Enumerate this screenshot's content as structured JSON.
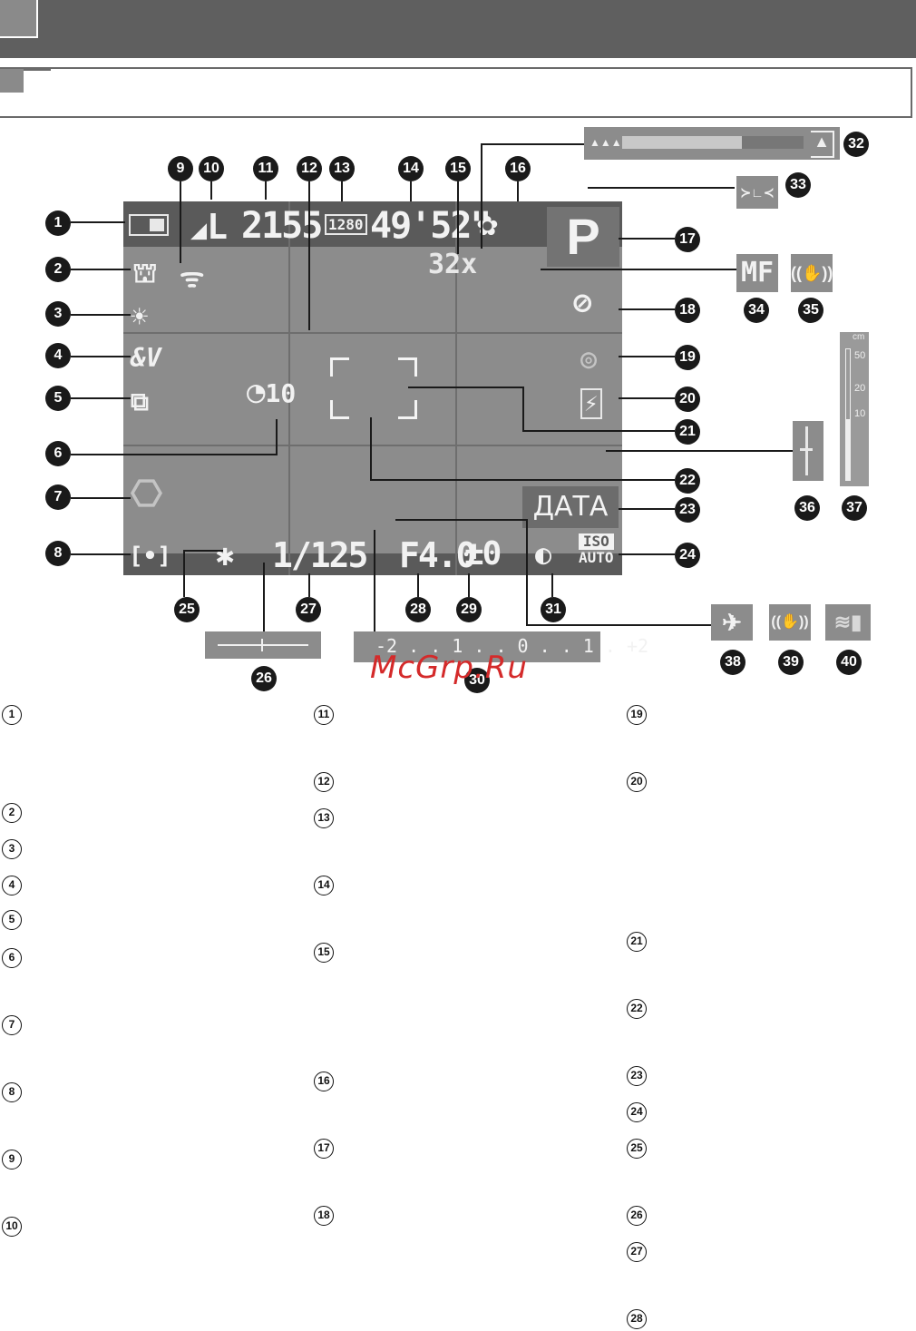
{
  "screen": {
    "shots_remaining": "2155",
    "rec_time": "49'52\"",
    "zoom": "32x",
    "mode": "P",
    "shutter": "1/125",
    "aperture": "F4.0",
    "exposure_comp": "±0",
    "date_stamp": "ДАТА",
    "self_timer": "10",
    "iso_top": "ISO",
    "iso_bottom": "AUTO",
    "movie_res": "1280",
    "image_quality": "L",
    "manual_focus": "MF",
    "wifi_symbol": "wifi-icon",
    "exposure_scale": "-2 . . 1 . . 0 . . 1 . +2"
  },
  "gauge": {
    "cm_label": "cm",
    "ticks": [
      "50",
      "20",
      "10"
    ]
  },
  "callouts": [
    "1",
    "2",
    "3",
    "4",
    "5",
    "6",
    "7",
    "8",
    "9",
    "10",
    "11",
    "12",
    "13",
    "14",
    "15",
    "16",
    "17",
    "18",
    "19",
    "20",
    "21",
    "22",
    "23",
    "24",
    "25",
    "26",
    "27",
    "28",
    "29",
    "30",
    "31",
    "32",
    "33",
    "34",
    "35",
    "36",
    "37",
    "38",
    "39",
    "40"
  ],
  "legend": {
    "col1": [
      "1",
      "2",
      "3",
      "4",
      "5",
      "6",
      "7",
      "8",
      "9",
      "10"
    ],
    "col2": [
      "11",
      "12",
      "13",
      "14",
      "15",
      "16",
      "17",
      "18"
    ],
    "col3": [
      "19",
      "20",
      "21",
      "22",
      "23",
      "24",
      "25",
      "26",
      "27",
      "28"
    ]
  },
  "watermark": "McGrp.Ru"
}
